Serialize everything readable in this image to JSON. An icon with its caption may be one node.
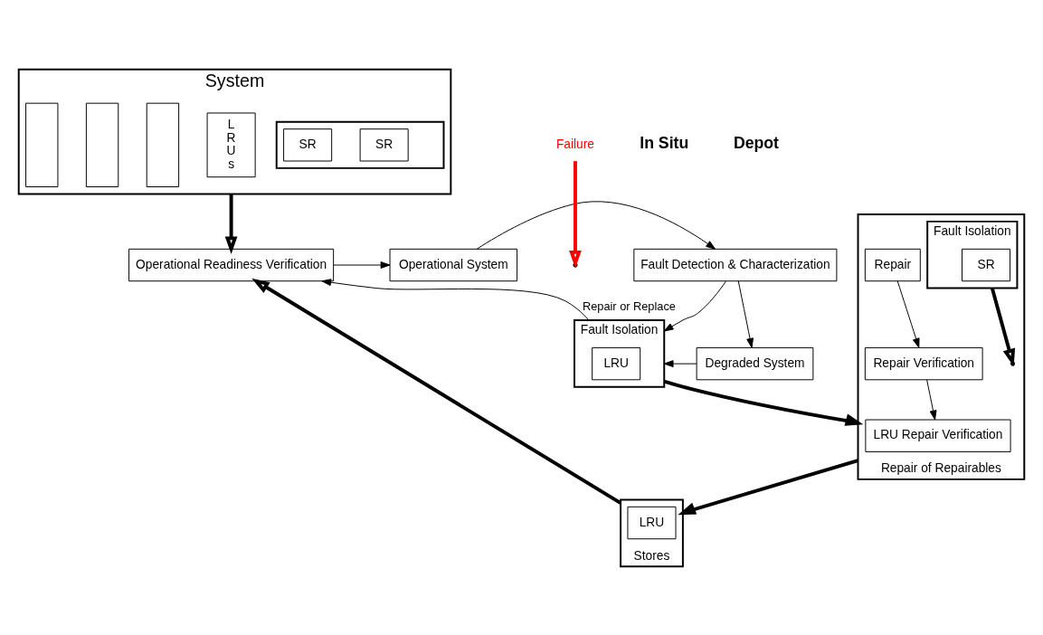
{
  "diagram": {
    "nodes": [
      {
        "text": [
          "System"
        ]
      },
      {
        "text": [
          "L R U s"
        ],
        "in": 0
      },
      {
        "text": [],
        "shape": "box",
        "in": 0
      },
      {
        "text": [],
        "shape": "box",
        "in": 0
      },
      {
        "text": [],
        "shape": "box",
        "in": 0
      },
      {
        "text": [],
        "shape": "box",
        "in": 0
      },
      {
        "text": [
          "SR"
        ],
        "in": 5
      },
      {
        "text": [
          "SR"
        ],
        "in": 5
      },
      {
        "text": [
          "Operational Readiness Verification"
        ]
      },
      {
        "text": [
          "Operational System"
        ]
      },
      {
        "text": [
          "Failure"
        ]
      },
      {
        "text": [
          "Fault Detection & Characterization"
        ]
      },
      {
        "text": [
          "Degraded System"
        ]
      },
      {
        "text": [
          "Fault Isolation"
        ]
      },
      {
        "text": [
          "LRU"
        ],
        "in": 13
      },
      {
        "text": [
          "Stores"
        ]
      },
      {
        "text": [
          "LRU"
        ],
        "in": 15
      },
      {
        "text": [
          "Repair of Repairables"
        ]
      },
      {
        "text": [
          "LRU Repair Verification"
        ],
        "in": 17
      },
      {
        "text": [
          "Repair Verification"
        ],
        "in": 17
      },
      {
        "text": [
          "Repair"
        ],
        "in": 17
      },
      {
        "text": [
          "Fault Isolation"
        ],
        "in": 17
      },
      {
        "text": [
          "SR"
        ],
        "in": 21
      }
    ],
    "edges": [
      {
        "from": 0,
        "to": 8,
        "arrow": "to",
        "style": "thick"
      },
      {
        "from": 8,
        "to": 9,
        "arrow": "to"
      },
      {
        "from": 9,
        "to": 11,
        "arrow": "to"
      },
      {
        "from": 10,
        "to": null,
        "arrow": "to",
        "style": "thick",
        "color": "#ff0000"
      },
      {
        "from": 11,
        "to": 12,
        "arrow": "to"
      },
      {
        "from": 11,
        "to": 13,
        "arrow": "to"
      },
      {
        "from": 12,
        "to": 13,
        "arrow": "to"
      },
      {
        "from": 13,
        "to": 8,
        "arrow": "to",
        "label": "Repair or Replace"
      },
      {
        "from": 15,
        "to": 8,
        "arrow": "to",
        "style": "thick"
      },
      {
        "from": 13,
        "to": 17,
        "arrow": "to",
        "style": "thick"
      },
      {
        "from": 21,
        "to": null,
        "arrow": "to",
        "style": "thick"
      },
      {
        "from": 20,
        "to": 19,
        "arrow": "to"
      },
      {
        "from": 19,
        "to": 18,
        "arrow": "to"
      },
      {
        "from": 17,
        "to": 15,
        "arrow": "to",
        "style": "thick"
      }
    ],
    "labels": [
      "In Situ",
      "Depot"
    ]
  }
}
